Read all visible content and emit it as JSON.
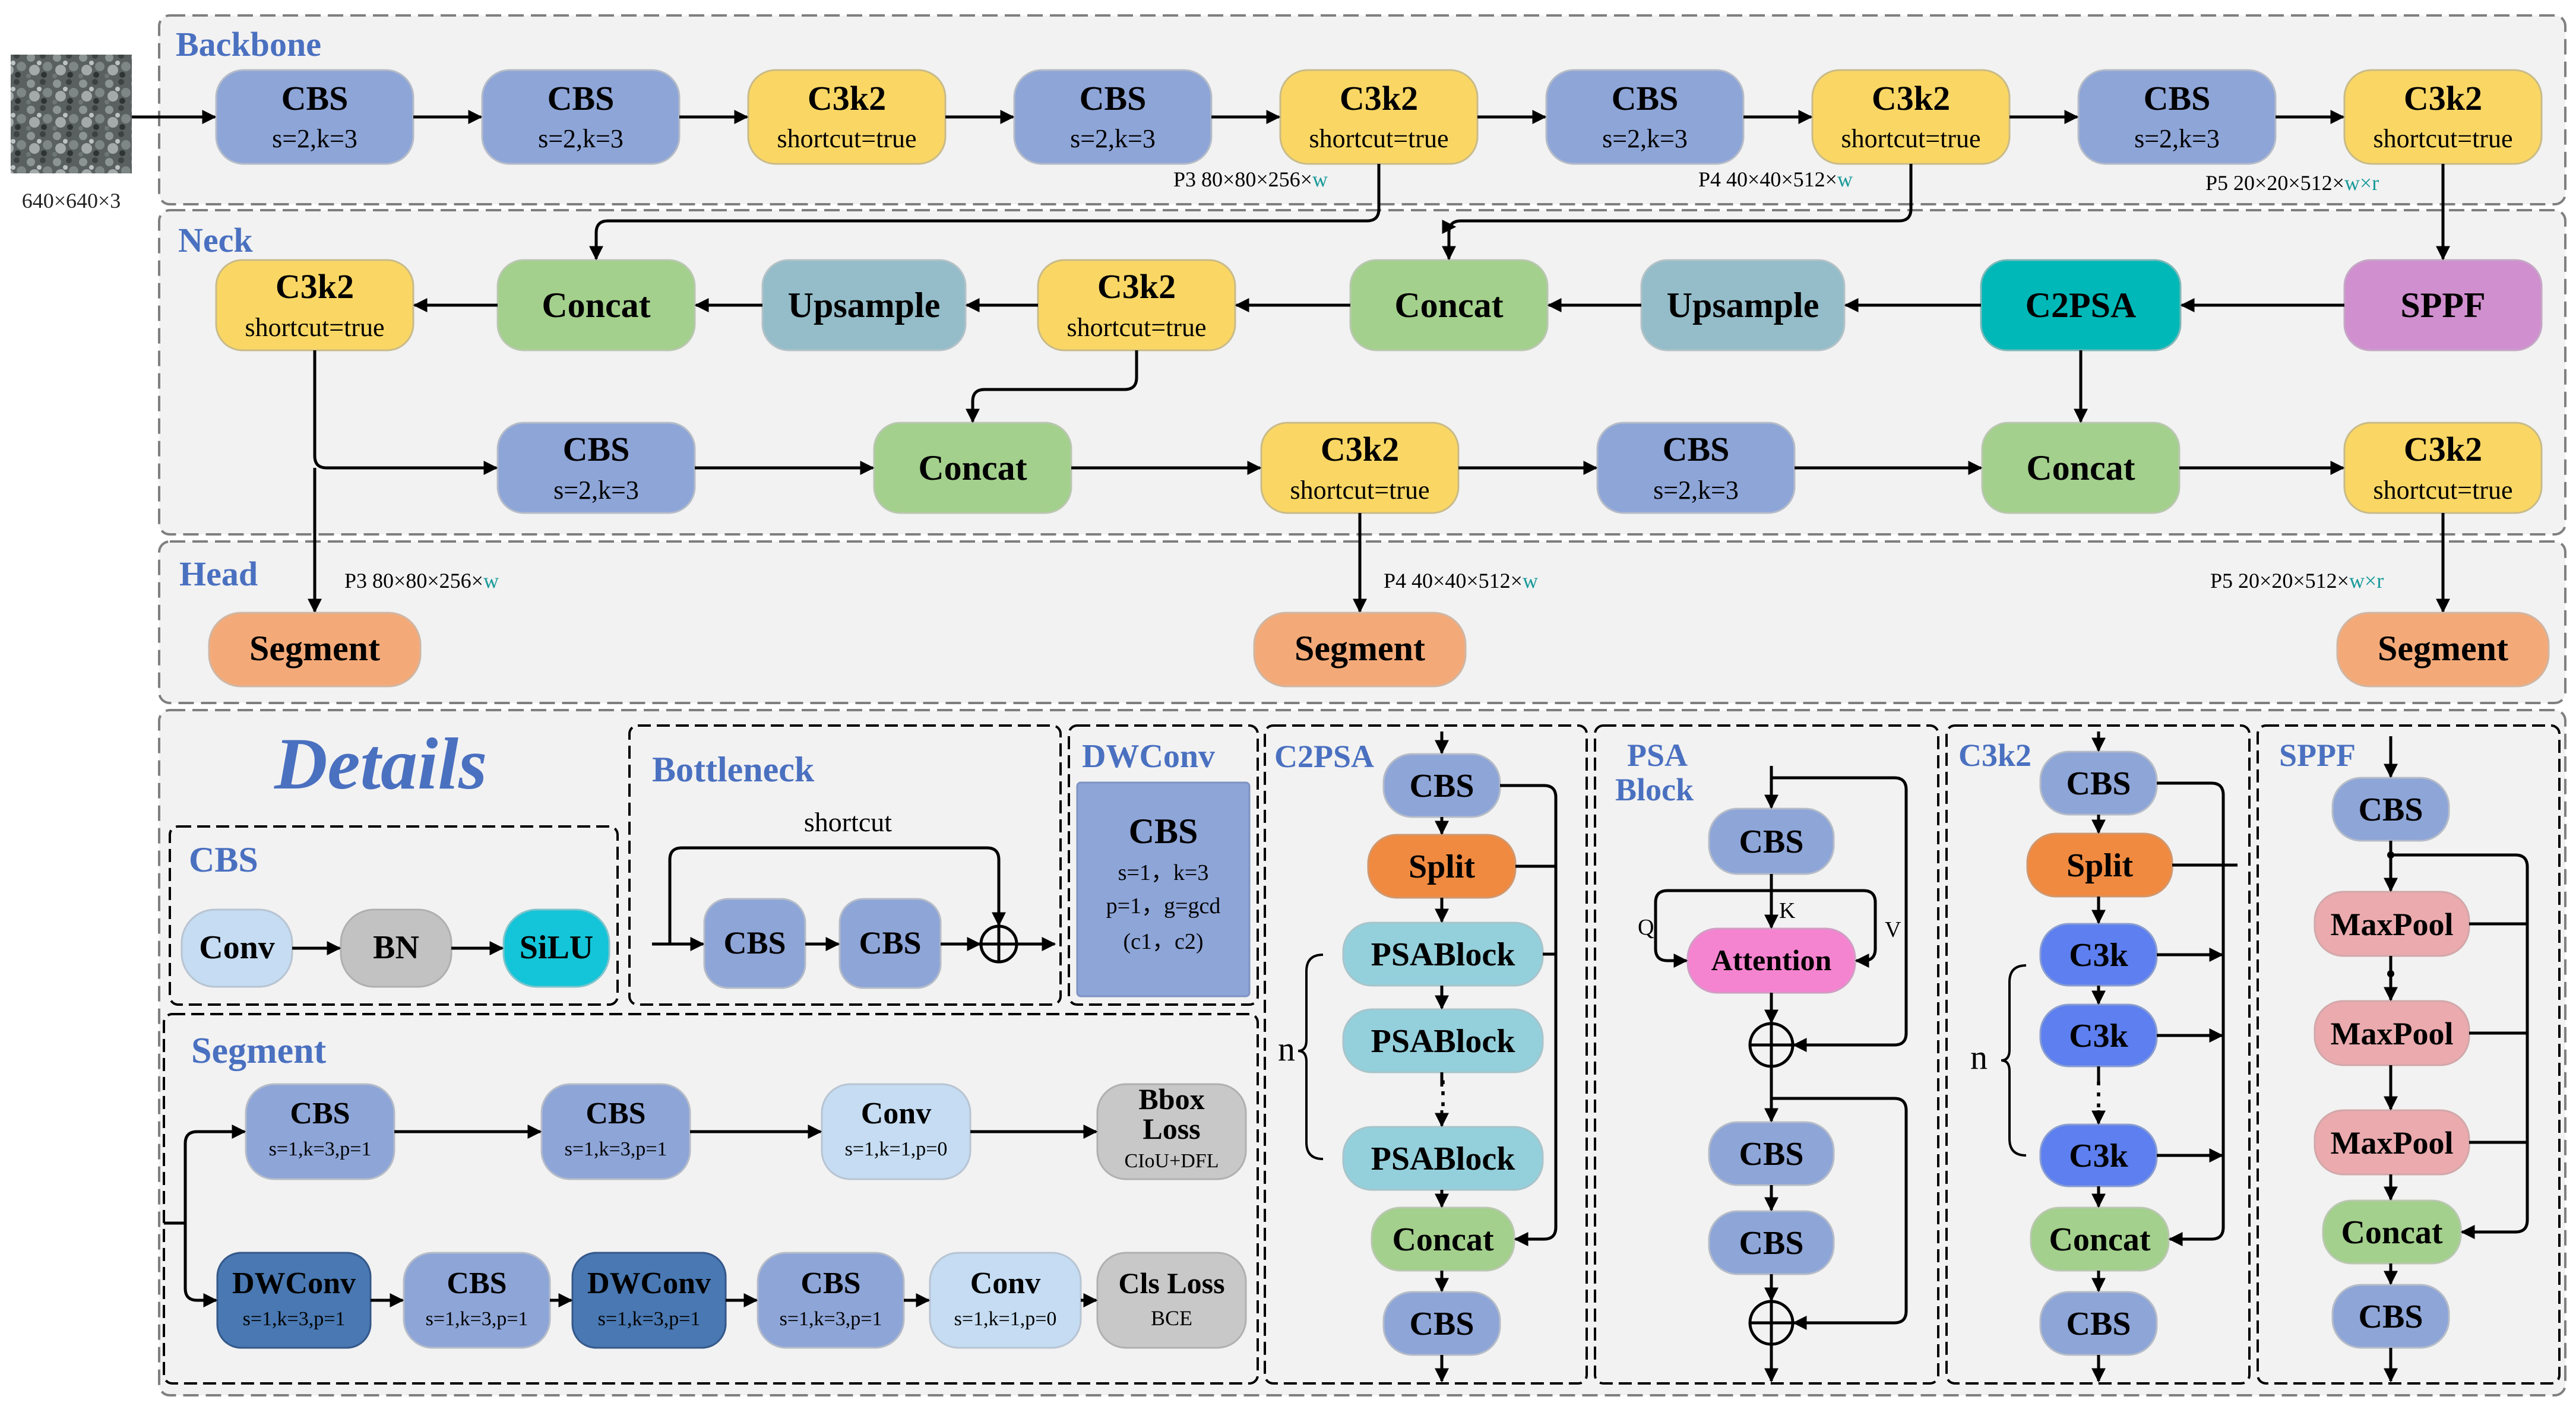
{
  "input": {
    "size": "640×640×3"
  },
  "sections": {
    "backbone": "Backbone",
    "neck": "Neck",
    "head": "Head",
    "details": "Details"
  },
  "colors": {
    "cbs": "#8ea5d8",
    "c3k2": "#fad764",
    "concat": "#a3d08c",
    "upsample": "#94bdc9",
    "c2psa": "#00b8b8",
    "sppf": "#d08fcf",
    "segment": "#f4aa78",
    "conv": "#c5dcf2",
    "bn": "#c2c2c2",
    "silu": "#14c4d8",
    "split": "#f08a40",
    "psablock": "#94d0dc",
    "attention": "#f584d0",
    "c3k": "#5d7ff0",
    "maxpool": "#eaaaae",
    "dwconv": "#4978b2",
    "loss": "#c8c8c8",
    "title": "#4a70c0",
    "teal": "#1a9a9a"
  },
  "backbone": {
    "cbs1": {
      "title": "CBS",
      "sub": "s=2,k=3"
    },
    "cbs2": {
      "title": "CBS",
      "sub": "s=2,k=3"
    },
    "c3k2a": {
      "title": "C3k2",
      "sub": "shortcut=true"
    },
    "cbs3": {
      "title": "CBS",
      "sub": "s=2,k=3"
    },
    "c3k2b": {
      "title": "C3k2",
      "sub": "shortcut=true"
    },
    "cbs4": {
      "title": "CBS",
      "sub": "s=2,k=3"
    },
    "c3k2c": {
      "title": "C3k2",
      "sub": "shortcut=true"
    },
    "cbs5": {
      "title": "CBS",
      "sub": "s=2,k=3"
    },
    "c3k2d": {
      "title": "C3k2",
      "sub": "shortcut=true"
    },
    "p3": {
      "prefix": "P3 80×80×256×",
      "w": "w"
    },
    "p4": {
      "prefix": "P4 40×40×512×",
      "w": "w"
    },
    "p5": {
      "prefix": "P5 20×20×512×",
      "w": "w×r"
    }
  },
  "neck": {
    "c3k2_left": {
      "title": "C3k2",
      "sub": "shortcut=true"
    },
    "concat1": "Concat",
    "upsample1": "Upsample",
    "c3k2_mid": {
      "title": "C3k2",
      "sub": "shortcut=true"
    },
    "concat2": "Concat",
    "upsample2": "Upsample",
    "c2psa": "C2PSA",
    "sppf": "SPPF",
    "cbs_a": {
      "title": "CBS",
      "sub": "s=2,k=3"
    },
    "concat3": "Concat",
    "c3k2_b": {
      "title": "C3k2",
      "sub": "shortcut=true"
    },
    "cbs_b": {
      "title": "CBS",
      "sub": "s=2,k=3"
    },
    "concat4": "Concat",
    "c3k2_c": {
      "title": "C3k2",
      "sub": "shortcut=true"
    }
  },
  "head": {
    "p3": {
      "prefix": "P3 80×80×256×",
      "w": "w"
    },
    "p4": {
      "prefix": "P4 40×40×512×",
      "w": "w"
    },
    "p5": {
      "prefix": "P5 20×20×512×",
      "w": "w×r"
    },
    "seg1": "Segment",
    "seg2": "Segment",
    "seg3": "Segment"
  },
  "details": {
    "cbs_panel": {
      "title": "CBS",
      "conv": "Conv",
      "bn": "BN",
      "silu": "SiLU"
    },
    "bottleneck": {
      "title": "Bottleneck",
      "shortcut": "shortcut",
      "cbs1": "CBS",
      "cbs2": "CBS"
    },
    "dwconv": {
      "title": "DWConv",
      "cbs": "CBS",
      "line1": "s=1，k=3",
      "line2": "p=1，g=gcd",
      "line3": "(c1，c2)"
    },
    "segment": {
      "title": "Segment",
      "r1a": {
        "title": "CBS",
        "sub": "s=1,k=3,p=1"
      },
      "r1b": {
        "title": "CBS",
        "sub": "s=1,k=3,p=1"
      },
      "r1c": {
        "title": "Conv",
        "sub": "s=1,k=1,p=0"
      },
      "r1d": {
        "title1": "Bbox",
        "title2": "Loss",
        "sub": "CIoU+DFL"
      },
      "r2a": {
        "title": "DWConv",
        "sub": "s=1,k=3,p=1"
      },
      "r2b": {
        "title": "CBS",
        "sub": "s=1,k=3,p=1"
      },
      "r2c": {
        "title": "DWConv",
        "sub": "s=1,k=3,p=1"
      },
      "r2d": {
        "title": "CBS",
        "sub": "s=1,k=3,p=1"
      },
      "r2e": {
        "title": "Conv",
        "sub": "s=1,k=1,p=0"
      },
      "r2f": {
        "title": "Cls Loss",
        "sub": "BCE"
      }
    },
    "c2psa": {
      "title": "C2PSA",
      "cbs1": "CBS",
      "split": "Split",
      "psa1": "PSABlock",
      "psa2": "PSABlock",
      "psa3": "PSABlock",
      "concat": "Concat",
      "cbs2": "CBS",
      "n": "n",
      "dots": "⋮"
    },
    "psa": {
      "title1": "PSA",
      "title2": "Block",
      "cbs1": "CBS",
      "q": "Q",
      "k": "K",
      "v": "V",
      "attention": "Attention",
      "cbs2": "CBS",
      "cbs3": "CBS"
    },
    "c3k2": {
      "title": "C3k2",
      "cbs1": "CBS",
      "split": "Split",
      "c3k1": "C3k",
      "c3k2": "C3k",
      "c3k3": "C3k",
      "concat": "Concat",
      "cbs2": "CBS",
      "n": "n",
      "dots": "⋮"
    },
    "sppf": {
      "title": "SPPF",
      "cbs1": "CBS",
      "mp1": "MaxPool",
      "mp2": "MaxPool",
      "mp3": "MaxPool",
      "concat": "Concat",
      "cbs2": "CBS"
    }
  }
}
